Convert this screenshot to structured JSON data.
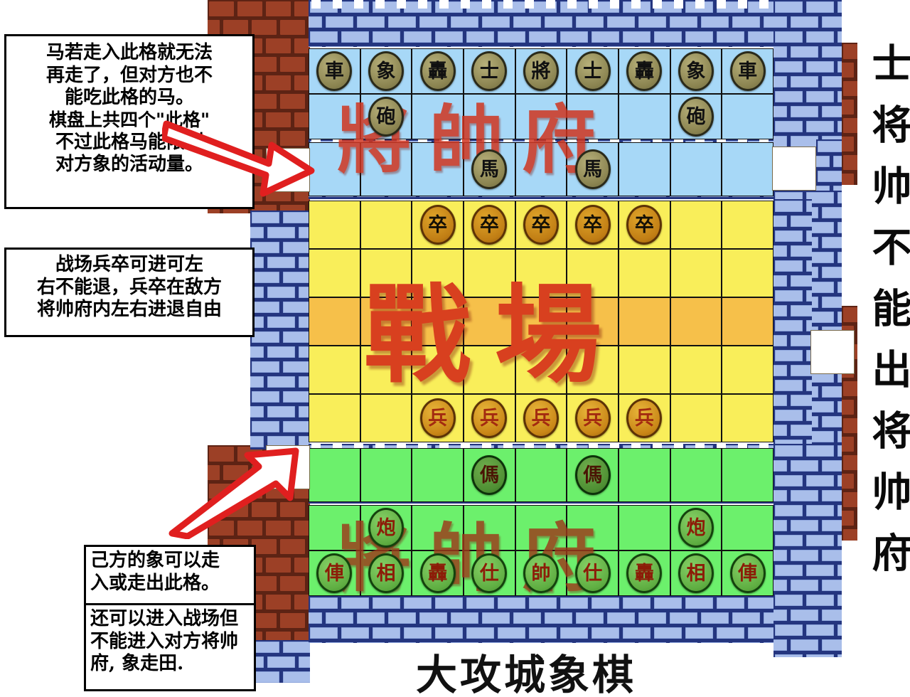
{
  "title": "大攻城象棋",
  "right_vertical_text": "士将帅不能出将帅府",
  "board": {
    "zone_labels": {
      "top_palace": "將帥府",
      "battlefield": "戰場",
      "bottom_palace": "將帥府"
    },
    "columns": 9,
    "rows": [
      {
        "name": "top-back-rank",
        "bg": "blue",
        "pieces": [
          "車",
          "象",
          "轟",
          "士",
          "將",
          "士",
          "轟",
          "象",
          "車"
        ]
      },
      {
        "name": "top-cannon-rank",
        "bg": "blue",
        "pieces": [
          "",
          "砲",
          "",
          "",
          "",
          "",
          "",
          "砲",
          ""
        ]
      },
      {
        "name": "top-horse-rank",
        "bg": "blue-wall",
        "pieces": [
          "",
          "",
          "",
          "馬",
          "",
          "馬",
          "",
          "",
          ""
        ]
      },
      {
        "name": "zu-rank",
        "bg": "yellow",
        "pieces": [
          "",
          "",
          "卒",
          "卒",
          "卒",
          "卒",
          "卒",
          "",
          ""
        ]
      },
      {
        "name": "battlefield-row-1",
        "bg": "yellow",
        "pieces": [
          "",
          "",
          "",
          "",
          "",
          "",
          "",
          "",
          ""
        ]
      },
      {
        "name": "battlefield-row-2",
        "bg": "orange",
        "pieces": [
          "",
          "",
          "",
          "",
          "",
          "",
          "",
          "",
          ""
        ]
      },
      {
        "name": "battlefield-row-3",
        "bg": "yellow",
        "pieces": [
          "",
          "",
          "",
          "",
          "",
          "",
          "",
          "",
          ""
        ]
      },
      {
        "name": "bing-rank",
        "bg": "yellow",
        "pieces": [
          "",
          "",
          "兵",
          "兵",
          "兵",
          "兵",
          "兵",
          "",
          ""
        ]
      },
      {
        "name": "bottom-horse-rank",
        "bg": "green-wall",
        "pieces": [
          "",
          "",
          "",
          "傌",
          "",
          "傌",
          "",
          "",
          ""
        ]
      },
      {
        "name": "bottom-cannon-rank",
        "bg": "green",
        "pieces": [
          "",
          "炮",
          "",
          "",
          "",
          "",
          "",
          "炮",
          ""
        ]
      },
      {
        "name": "bottom-back-rank",
        "bg": "green",
        "pieces": [
          "俥",
          "相",
          "轟",
          "仕",
          "帥",
          "仕",
          "轟",
          "相",
          "俥"
        ]
      }
    ]
  },
  "notes": {
    "note1": {
      "lines": [
        "马若走入此格就无法",
        "再走了，但对方也不",
        "能吃此格的马。",
        "棋盘上共四个\"此格\"",
        "不过此格马能限制",
        "对方象的活动量。"
      ]
    },
    "note2": {
      "lines": [
        "战场兵卒可进可左",
        "右不能退，兵卒在敌方",
        "将帅府内左右进退自由"
      ]
    },
    "note3": {
      "lines": [
        "己方的象可以走",
        "入或走出此格。"
      ]
    },
    "note4": {
      "lines": [
        "还可以进入战场但",
        "不能进入对方将帅",
        "府, 象走田."
      ]
    }
  },
  "colors": {
    "blue_zone": "#a7d8f7",
    "yellow_zone": "#f9ee5a",
    "orange_band": "#f6c04a",
    "green_zone": "#6cf06c",
    "blue_wall": "#2b3d8f",
    "red_wall": "#8c3a22",
    "arrow_red": "#e01f1f",
    "big_text_red": "#d8401f"
  },
  "arrows": [
    {
      "name": "arrow-top",
      "points_to": "top-left special square"
    },
    {
      "name": "arrow-bottom",
      "points_to": "bottom-left special square"
    }
  ]
}
